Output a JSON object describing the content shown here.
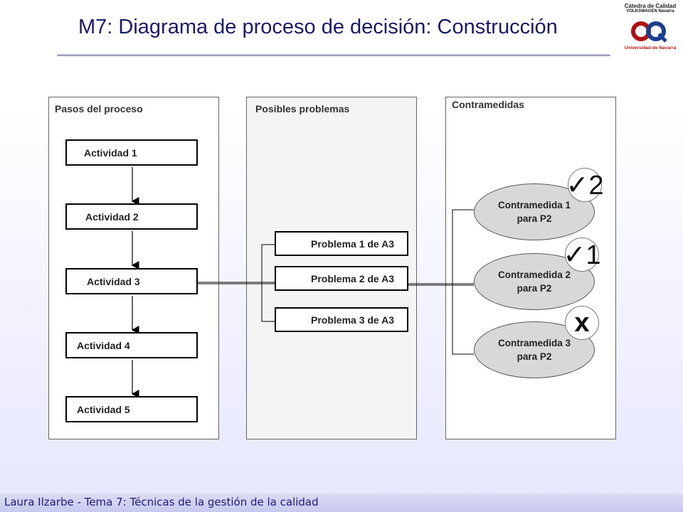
{
  "title": "M7: Diagrama de proceso de decisión: Construcción",
  "logo": {
    "line1": "Cátedra de Calidad",
    "line2": "VOLKSWAGEN Navarra",
    "university": "Universidad de Navarra"
  },
  "panels": {
    "pasos": "Pasos del proceso",
    "problemas": "Posibles problemas",
    "contramedidas": "Contramedidas"
  },
  "actividades": [
    "Actividad 1",
    "Actividad 2",
    "Actividad 3",
    "Actividad 4",
    "Actividad 5"
  ],
  "problemas": [
    "Problema 1 de A3",
    "Problema 2 de A3",
    "Problema 3 de A3"
  ],
  "contramedidas": [
    {
      "line1": "Contramedida 1",
      "line2": "para P2",
      "mark": "✓2"
    },
    {
      "line1": "Contramedida  2",
      "line2": "para P2",
      "mark": "✓1"
    },
    {
      "line1": "Contramedida 3",
      "line2": "para P2",
      "mark": "x"
    }
  ],
  "colors": {
    "title": "#1a1a66",
    "footer_text": "#1a1a80",
    "logo_red": "#b11111",
    "logo_blue": "#1b3f8f"
  },
  "footer": "Laura Ilzarbe - Tema 7: Técnicas de la gestión de la calidad"
}
